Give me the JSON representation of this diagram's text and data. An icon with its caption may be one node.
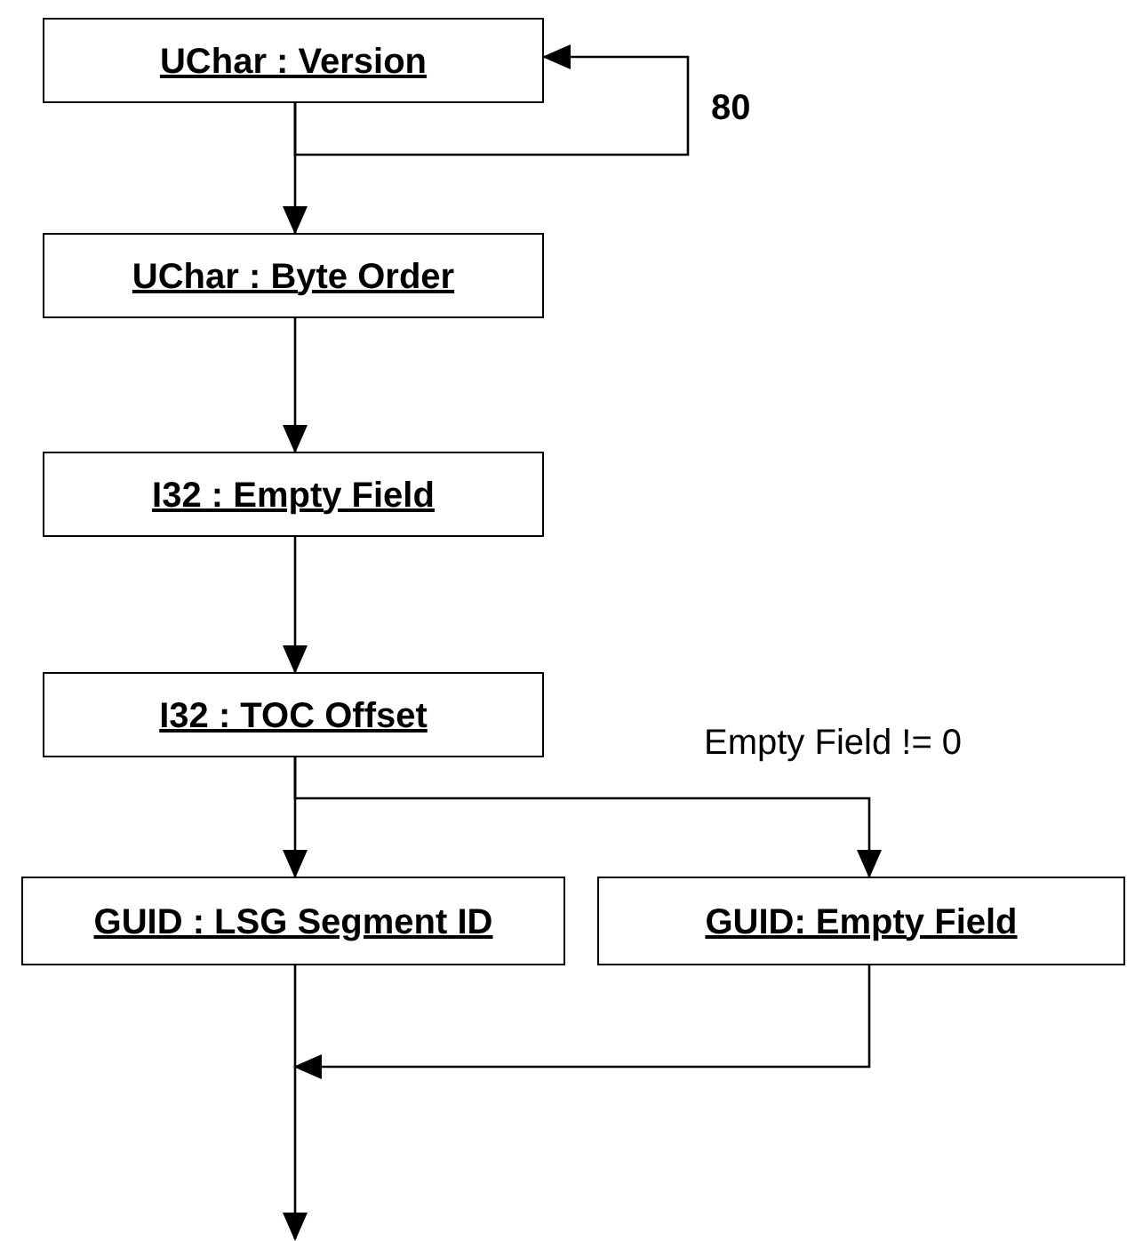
{
  "diagram": {
    "nodes": [
      {
        "text": [
          "UChar : Version"
        ]
      },
      {
        "text": [
          "UChar : Byte Order"
        ]
      },
      {
        "text": [
          "I32 : Empty Field"
        ]
      },
      {
        "text": [
          "I32 : TOC Offset"
        ]
      },
      {
        "text": [
          "GUID : LSG Segment ID"
        ]
      },
      {
        "text": [
          "GUID: Empty Field"
        ]
      }
    ],
    "edges": [
      {
        "from": 0,
        "to": 0,
        "arrow": "to",
        "label": "80"
      },
      {
        "from": 0,
        "to": 1,
        "arrow": "to"
      },
      {
        "from": 1,
        "to": 2,
        "arrow": "to"
      },
      {
        "from": 2,
        "to": 3,
        "arrow": "to"
      },
      {
        "from": 3,
        "to": 4,
        "arrow": "to"
      },
      {
        "from": 3,
        "to": 5,
        "arrow": "to",
        "label": "Empty Field != 0"
      },
      {
        "from": 5,
        "to": null,
        "arrow": "to"
      },
      {
        "from": 4,
        "to": null,
        "arrow": "to"
      }
    ]
  }
}
